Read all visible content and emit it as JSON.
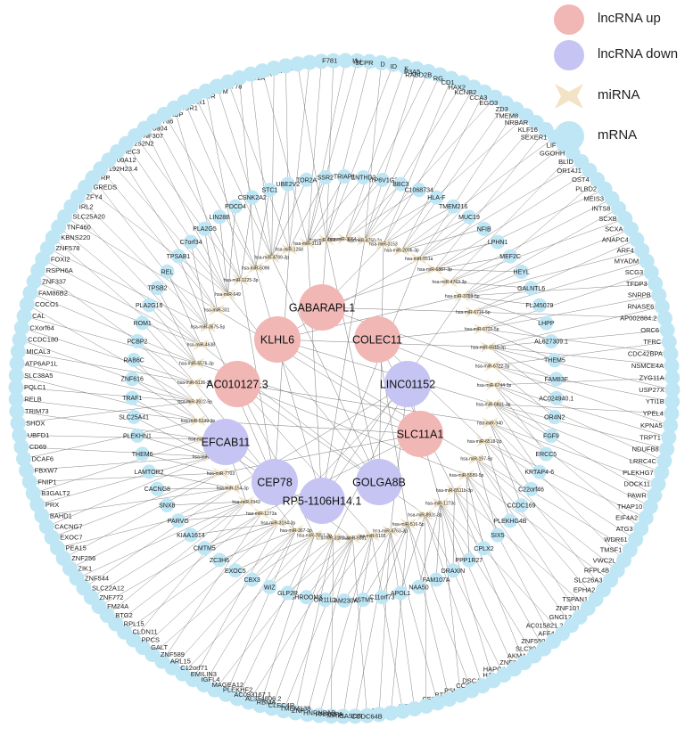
{
  "legend": {
    "items": [
      {
        "label": "lncRNA up",
        "type": "lnc_up",
        "color": "#f0b7b5"
      },
      {
        "label": "lncRNA down",
        "type": "lnc_down",
        "color": "#c6c4f2"
      },
      {
        "label": "miRNA",
        "type": "mirna",
        "color": "#f2e3c4"
      },
      {
        "label": "mRNA",
        "type": "mrna",
        "color": "#bfe6f4"
      }
    ]
  },
  "colors": {
    "lnc_up": "#f0b7b5",
    "lnc_down": "#c6c4f2",
    "mirna": "#f2e3c4",
    "mrna": "#bfe6f4",
    "edge": "#7a7a7a"
  },
  "network": {
    "lncrnas": [
      {
        "label": "GABARAPL1",
        "regulation": "up"
      },
      {
        "label": "KLHL6",
        "regulation": "up"
      },
      {
        "label": "COLEC11",
        "regulation": "up"
      },
      {
        "label": "AC010127.3",
        "regulation": "up"
      },
      {
        "label": "LINC01152",
        "regulation": "down"
      },
      {
        "label": "EFCAB11",
        "regulation": "down"
      },
      {
        "label": "SLC11A1",
        "regulation": "up"
      },
      {
        "label": "CEP78",
        "regulation": "down"
      },
      {
        "label": "GOLGA8B",
        "regulation": "down"
      },
      {
        "label": "RP5-1106H14.1",
        "regulation": "down"
      }
    ],
    "mirnas": [
      "hsa-miR-6538-5p",
      "hsa-miR-3064-3p",
      "hsa-miR-4750-3p",
      "hsa-miR-3153",
      "hsa-miR-2096-3p",
      "hsa-miR-551a",
      "hsa-miR-6887-3p",
      "hsa-miR-4763-3p",
      "hsa-miR-3769-5p",
      "hsa-miR-6716-5p",
      "hsa-miR-6715-5p",
      "hsa-miR-6510-3p",
      "hsa-miR-6722-3p",
      "hsa-miR-6744-3p",
      "hsa-miR-6801-3p",
      "hsa-miR-940",
      "hsa-miR-6518-3p",
      "hsa-miR-197-5p",
      "hsa-miR-5589-5p",
      "hsa-miR-6511b-3p",
      "hsa-miR-1273c",
      "hsa-miR-892c-3p",
      "hsa-miR-516-5p",
      "hsa-miR-6763-3p",
      "hsa-miR-5193",
      "hsa-miR-6881",
      "hsa-miR-3177-3p",
      "hsa-miR-7851-3p",
      "hsa-miR-367-3p",
      "hsa-miR-3184-3p",
      "hsa-miR-1273a",
      "hsa-miR-3943",
      "hsa-miR-154-3p",
      "hsa-miR-7703",
      "hsa-miR-1273g-3p",
      "hsa-miR-20-3p",
      "hsa-miR-5139-3p",
      "hsa-miR-3922-5p",
      "hsa-miR-5136-3p",
      "hsa-miR-5576-3p",
      "hsa-miR-4638",
      "hsa-miR-3675-5p",
      "hsa-miR-331",
      "hsa-miR-649",
      "hsa-miR-1225-3p",
      "hsa-miR-5096",
      "hsa-miR-4789-3p",
      "hsa-miR-1288",
      "hsa-miR-3119"
    ],
    "mrnas_inner": [
      "ATP6V1G3",
      "BBC3",
      "C1068734",
      "HLA-F",
      "TMEM216",
      "MUC19",
      "NFIB",
      "LPHN1",
      "MEF2C",
      "HEYL",
      "GALNTL6",
      "FLJ45079",
      "LHPP",
      "AL627309.1",
      "THEM5",
      "FAM83F",
      "AC024940.1",
      "OR4N2",
      "FGF9",
      "ERCC5",
      "KRTAP4-6",
      "C22orf46",
      "CCDC169",
      "PLEKHG4B",
      "SIX5",
      "CPLX2",
      "PPP1R27",
      "DRAXIN",
      "FAM107A",
      "NAA50",
      "APOL1",
      "C11orf73",
      "VSTM1",
      "FAM230A",
      "OR11L1",
      "SHROOM3",
      "GLP2R",
      "WIZ",
      "CBX3",
      "EXOC5",
      "ZC3H6",
      "CMTM5",
      "KIAA1614",
      "PARVG",
      "SNX8",
      "CACNG8",
      "LAMTOR2",
      "THEM6",
      "PLEKHN1",
      "SLC25A41",
      "TRAF1",
      "ZNF616",
      "RAB6C",
      "PCBP2",
      "ROM1",
      "PLA2G16",
      "TPSB2",
      "REL",
      "TPSAB1",
      "C7orf34",
      "PLA2G5",
      "LIN28B",
      "PDCD4",
      "CSNK2A2",
      "STC1",
      "UBE2V2",
      "TOR2A",
      "SSR2",
      "TRIAP1",
      "ENTHD2"
    ],
    "mrnas_outer": [
      "IL2",
      "YH",
      "3CPR",
      "D",
      "ID",
      "K",
      "P3A5",
      "RABD2B",
      "RG",
      "CD1",
      "HAX2",
      "KCNB2",
      "CCA3",
      "EGO3",
      "ZD3",
      "TMEM8",
      "NRBAR",
      "KLF16",
      "SEXER1",
      "LIF",
      "GGOHH",
      "BLID",
      "OR14J1",
      "OST4",
      "PLBD2",
      "MEIS3",
      "INTS8",
      "SCXB",
      "SCXA",
      "ANAPC4",
      "ARF4",
      "MYADM",
      "SCG3",
      "TFDP3",
      "SNRPB",
      "RNASE6",
      "AP002884.2",
      "ORC6",
      "TFRC",
      "CDC42BPA",
      "NSMCE4A",
      "ZYG11A",
      "USP27X",
      "YTI1B",
      "YPEL4",
      "KPNA5",
      "TRPT1",
      "NDUFB8",
      "LRRC4C",
      "PLEKHG7",
      "DOCK11",
      "PAWR",
      "THAP10",
      "EIF4A2",
      "ATG3",
      "WDR61",
      "TMSF1",
      "VWC2L",
      "RFPL4B",
      "SLC26A3",
      "EPHA2",
      "TSPAN1",
      "ZNF101",
      "GNG12",
      "AC015821.2",
      "AFF4",
      "ZNF550",
      "SLC30",
      "AKMA",
      "ZNF8",
      "HAPCA",
      "HAL",
      "DSCAA",
      "CCSK",
      "PSMD",
      "BTBP",
      "CEMF",
      "LA",
      "PSRM",
      "ODCN",
      "DTOCYP",
      "SCA",
      "CASO",
      "CASO",
      "FIGE",
      "CCDC64B",
      "CASDR",
      "MRPL",
      "HNRNPA",
      "HNRNPAB",
      "ZNF",
      "TMEM138",
      "CLEC4R",
      "RBMA",
      "AL354806.2",
      "AC093167.1",
      "PLEKHF2",
      "MAGEA12",
      "IGFL4",
      "EMILIN3",
      "C12orf71",
      "ARL15",
      "ZNF589",
      "GALT",
      "PPCS",
      "CLDN11",
      "RPL15",
      "BTG2",
      "FM24A",
      "ZNF772",
      "SLC22A12",
      "ZNF544",
      "ZIK1",
      "ZNF256",
      "PEA15",
      "EXOC7",
      "CACNG7",
      "BAHD1",
      "PRX",
      "B3GALT2",
      "FNIP1",
      "FBXW7",
      "DCAF6",
      "CD69",
      "UBFD1",
      "SHOX",
      "TRIM73",
      "RELB",
      "PQLC1",
      "SLC38A5",
      "ATP6AP1L",
      "MICAL3",
      "CCDC180",
      "CXorf64",
      "CAL",
      "COCO1",
      "FAM86B2",
      "ZNF337",
      "RSPH6A",
      "FOXI2",
      "ZNF578",
      "KBNS220",
      "TNF460",
      "SLC25A20",
      "IRL2",
      "ZFY4",
      "GREDS",
      "RP",
      "192H23.4",
      "00A12",
      "IEC3",
      "252N2",
      "NF307",
      "8804",
      "786",
      "IDP",
      "IGR1",
      "PR1",
      "19R",
      "PTM",
      "MT78",
      "DF",
      "PR1A",
      "R4R",
      "MEX3",
      "BCR8",
      "C11",
      "DF",
      "DM51",
      "D51C",
      "1KR1",
      "F781"
    ]
  }
}
